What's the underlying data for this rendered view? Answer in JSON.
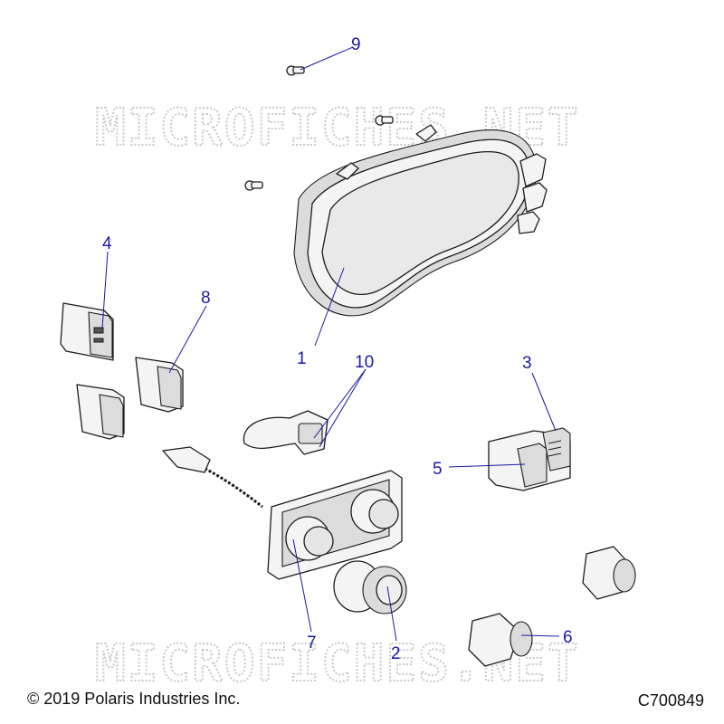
{
  "watermark_text": "MICROFICHES.NET",
  "callouts": [
    {
      "id": "callout-1",
      "label": "1"
    },
    {
      "id": "callout-2",
      "label": "2"
    },
    {
      "id": "callout-3",
      "label": "3"
    },
    {
      "id": "callout-4",
      "label": "4"
    },
    {
      "id": "callout-5",
      "label": "5"
    },
    {
      "id": "callout-6",
      "label": "6"
    },
    {
      "id": "callout-7",
      "label": "7"
    },
    {
      "id": "callout-8",
      "label": "8"
    },
    {
      "id": "callout-9",
      "label": "9"
    },
    {
      "id": "callout-10",
      "label": "10"
    }
  ],
  "footer": {
    "copyright": "© 2019 Polaris Industries Inc.",
    "drawing_number": "C700849"
  },
  "colors": {
    "callout": "#1a1aa6",
    "line_art": "#1c1c1c",
    "watermark": "#c9c9c9"
  }
}
